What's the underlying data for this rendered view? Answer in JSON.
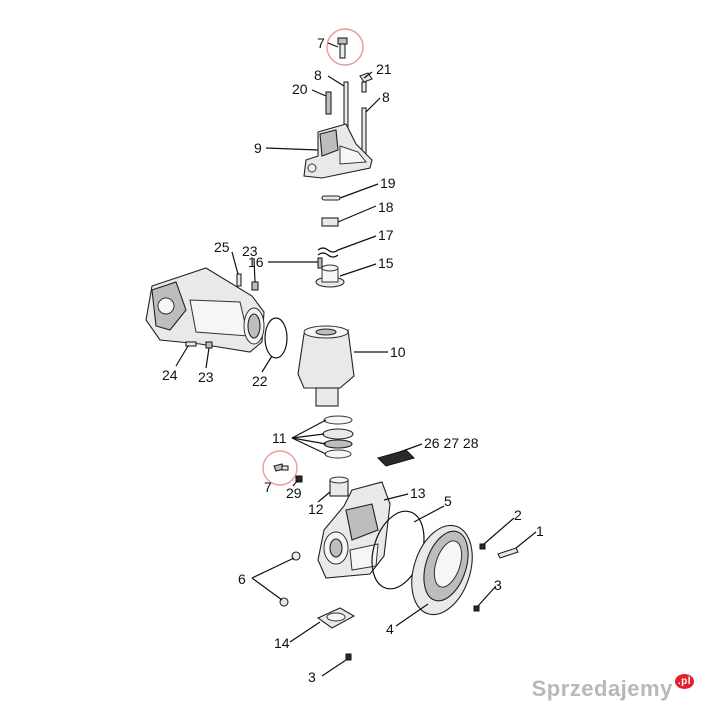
{
  "callouts": {
    "c7a": "7",
    "c8a": "8",
    "c21": "21",
    "c20": "20",
    "c8b": "8",
    "c9": "9",
    "c19": "19",
    "c18": "18",
    "c17": "17",
    "c16": "16",
    "c15": "15",
    "c25": "25",
    "c23a": "23",
    "c10": "10",
    "c24": "24",
    "c23b": "23",
    "c22": "22",
    "c11": "11",
    "c26": "26 27 28",
    "c7b": "7",
    "c29": "29",
    "c13": "13",
    "c12": "12",
    "c5": "5",
    "c2": "2",
    "c1": "1",
    "c6": "6",
    "c3a": "3",
    "c4": "4",
    "c14": "14",
    "c3b": "3"
  },
  "watermark": {
    "text": "Sprzedajemy",
    "suffix": ".pl"
  },
  "colors": {
    "highlight_circle": "#e79a9a",
    "watermark_badge": "#e3232b"
  }
}
